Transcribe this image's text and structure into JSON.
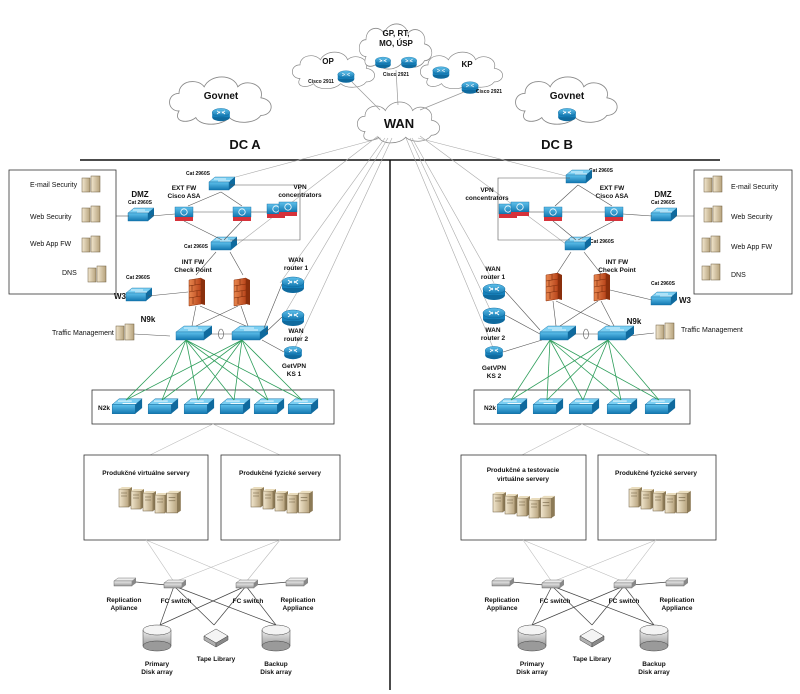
{
  "wan": {
    "label": "WAN",
    "sites": [
      {
        "name": "OP",
        "router": "Cisco 2911"
      },
      {
        "name": "GP, RT,",
        "name2": "MO, ÚSP",
        "router": "Cisco 2921"
      },
      {
        "name": "KP",
        "router": "Cisco 2921"
      }
    ]
  },
  "dc_a": {
    "title": "DC A",
    "govnet": "Govnet",
    "services": [
      "E-mail Security",
      "Web Security",
      "Web App FW",
      "DNS"
    ],
    "dmz": "DMZ",
    "dmz_switch": "Cat 2960S",
    "ext_fw": "EXT FW",
    "ext_fw2": "Cisco ASA",
    "cat_top": "Cat 2960S",
    "cat_mid": "Cat 2960S",
    "vpn": "VPN",
    "vpn2": "concentrators",
    "int_fw": "INT FW",
    "int_fw2": "Check Point",
    "w3_switch": "Cat 2960S",
    "w3": "W3",
    "wan_r1": "WAN",
    "wan_r1b": "router 1",
    "wan_r2": "WAN",
    "wan_r2b": "router 2",
    "getvpn": "GetVPN",
    "getvpn2": "KS 1",
    "traffic": "Traffic Management",
    "n9k": "N9k",
    "n2k": "N2k",
    "virt": "Produkčné virtuálne servery",
    "phys": "Produkčné fyzické servery",
    "repl_l": "Replication",
    "repl_l2": "Apliance",
    "fc1": "FC switch",
    "fc2": "FC switch",
    "repl_r": "Replication",
    "repl_r2": "Appliance",
    "primary": "Primary",
    "primary2": "Disk array",
    "tape": "Tape Library",
    "backup": "Backup",
    "backup2": "Disk array"
  },
  "dc_b": {
    "title": "DC B",
    "govnet": "Govnet",
    "services": [
      "E-mail Security",
      "Web Security",
      "Web App FW",
      "DNS"
    ],
    "dmz": "DMZ",
    "dmz_switch": "Cat 2960S",
    "ext_fw": "EXT FW",
    "ext_fw2": "Cisco ASA",
    "cat_top": "Cat 2960S",
    "cat_mid": "Cat 2960S",
    "vpn": "VPN",
    "vpn2": "concentrators",
    "int_fw": "INT FW",
    "int_fw2": "Check Point",
    "w3_switch": "Cat 2960S",
    "w3": "W3",
    "wan_r1": "WAN",
    "wan_r1b": "router 1",
    "wan_r2": "WAN",
    "wan_r2b": "router 2",
    "getvpn": "GetVPN",
    "getvpn2": "KS 2",
    "traffic": "Traffic Management",
    "n9k": "N9k",
    "n2k": "N2k",
    "virt": "Produkčné a testovacie",
    "virt2": "virtuálne servery",
    "phys": "Produkčné fyzické servery",
    "repl_l": "Replication",
    "repl_l2": "Appliance",
    "fc1": "FC switch",
    "fc2": "FC switch",
    "repl_r": "Replication",
    "repl_r2": "Appliance",
    "primary": "Primary",
    "primary2": "Disk array",
    "tape": "Tape Library",
    "backup": "Backup",
    "backup2": "Disk array"
  },
  "colors": {
    "cisco_blue": "#1a8cc4",
    "firewall": "#d9622b",
    "link_green": "#2e9e5b",
    "vpn_red": "#d6323a"
  }
}
